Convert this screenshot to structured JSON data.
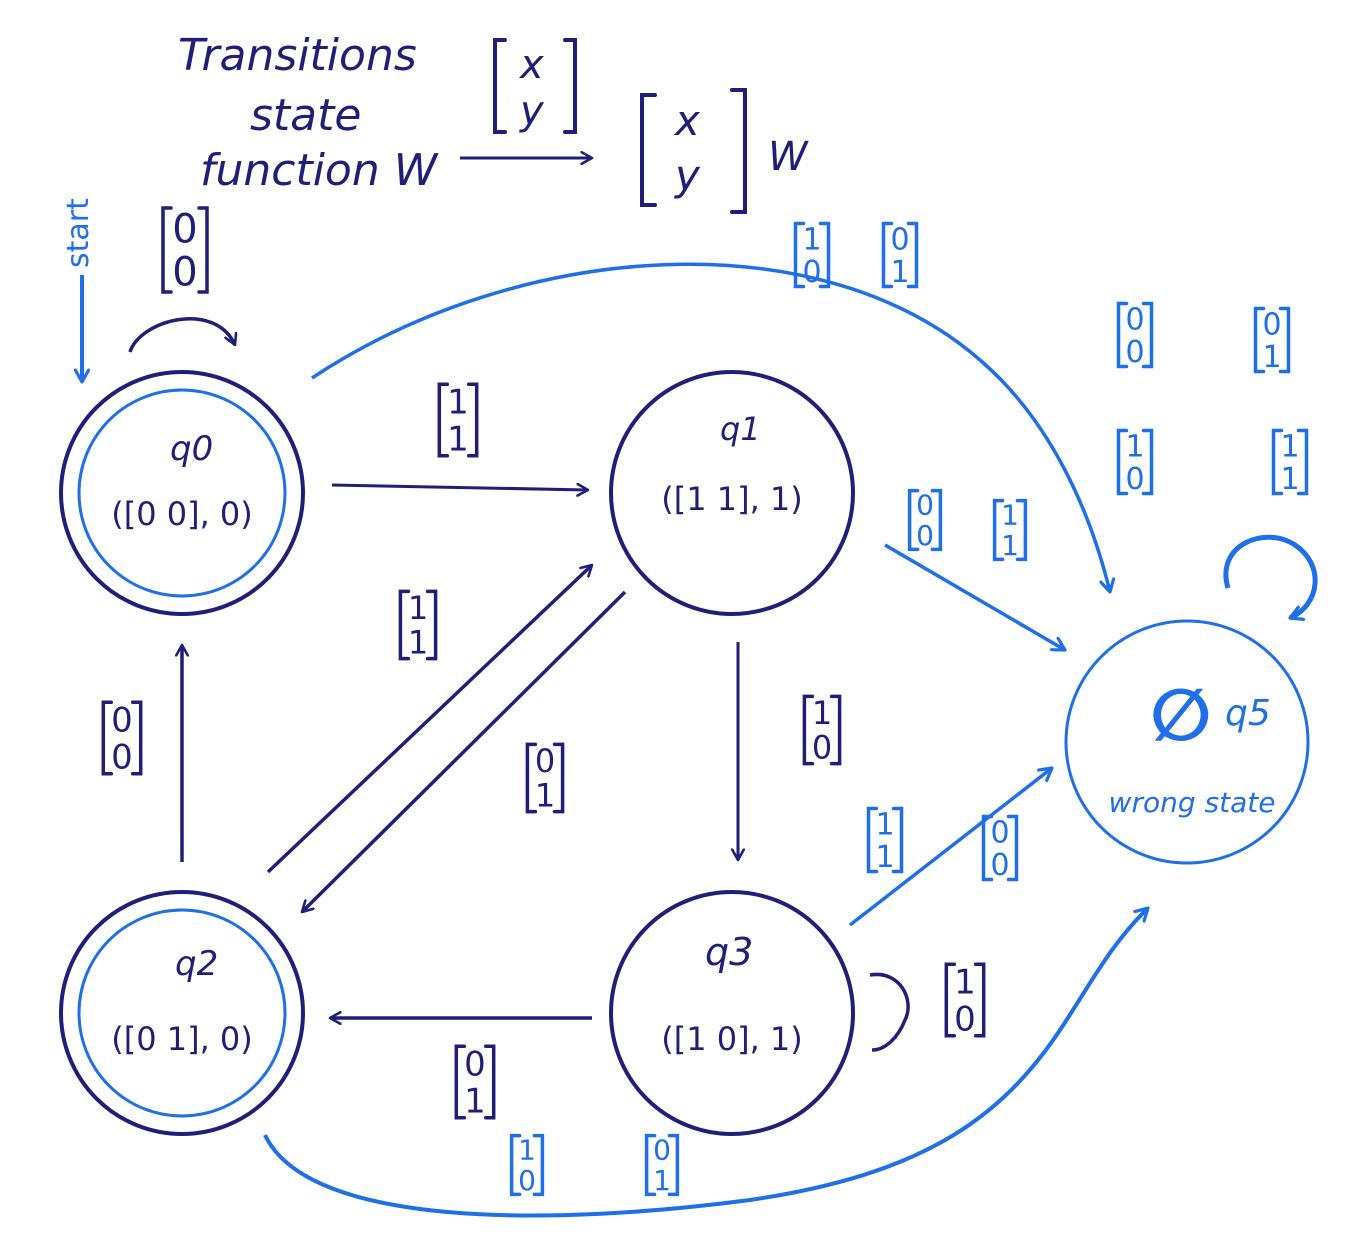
{
  "colors": {
    "ink_dark": "#1f1f7a",
    "ink_blue": "#1f6fe8",
    "background": "#ffffff"
  },
  "header": {
    "title_line1": "Transitions",
    "title_line2": "state",
    "title_line3": "function W",
    "input_vector": [
      "x",
      "y"
    ],
    "output_vector": [
      "x",
      "y"
    ],
    "output_suffix": "W"
  },
  "start_label": "start",
  "states": {
    "q0": {
      "name": "q0",
      "value": "([0 0], 0)",
      "accepting": true,
      "start": true
    },
    "q1": {
      "name": "q1",
      "value": "([1 1], 1)",
      "accepting": false
    },
    "q2": {
      "name": "q2",
      "value": "([0 1], 0)",
      "accepting": true
    },
    "q3": {
      "name": "q3",
      "value": "([1 0], 1)",
      "accepting": false
    },
    "q5": {
      "name": "q5",
      "symbol": "∅",
      "caption": "wrong state",
      "accepting": false
    }
  },
  "transitions": [
    {
      "from": "q0",
      "to": "q0",
      "label": [
        "0",
        "0"
      ]
    },
    {
      "from": "q0",
      "to": "q1",
      "label": [
        "1",
        "1"
      ]
    },
    {
      "from": "q0",
      "to": "q5",
      "labels": [
        [
          "1",
          "0"
        ],
        [
          "0",
          "1"
        ]
      ]
    },
    {
      "from": "q1",
      "to": "q5",
      "labels": [
        [
          "0",
          "0"
        ],
        [
          "1",
          "1"
        ]
      ]
    },
    {
      "from": "q1",
      "to": "q3",
      "label": [
        "1",
        "0"
      ]
    },
    {
      "from": "q1",
      "to": "q2",
      "label": [
        "0",
        "1"
      ]
    },
    {
      "from": "q2",
      "to": "q1",
      "label": [
        "1",
        "1"
      ]
    },
    {
      "from": "q2",
      "to": "q0",
      "label": [
        "0",
        "0"
      ]
    },
    {
      "from": "q3",
      "to": "q2",
      "label": [
        "0",
        "1"
      ]
    },
    {
      "from": "q3",
      "to": "q3",
      "label": [
        "1",
        "0"
      ]
    },
    {
      "from": "q3",
      "to": "q5",
      "labels": [
        [
          "1",
          "1"
        ],
        [
          "0",
          "0"
        ]
      ]
    },
    {
      "from": "q2",
      "to": "q5",
      "labels": [
        [
          "1",
          "0"
        ],
        [
          "0",
          "1"
        ]
      ]
    },
    {
      "from": "q5",
      "to": "q5",
      "labels": [
        [
          "0",
          "0"
        ],
        [
          "0",
          "1"
        ],
        [
          "1",
          "0"
        ],
        [
          "1",
          "1"
        ]
      ]
    }
  ]
}
